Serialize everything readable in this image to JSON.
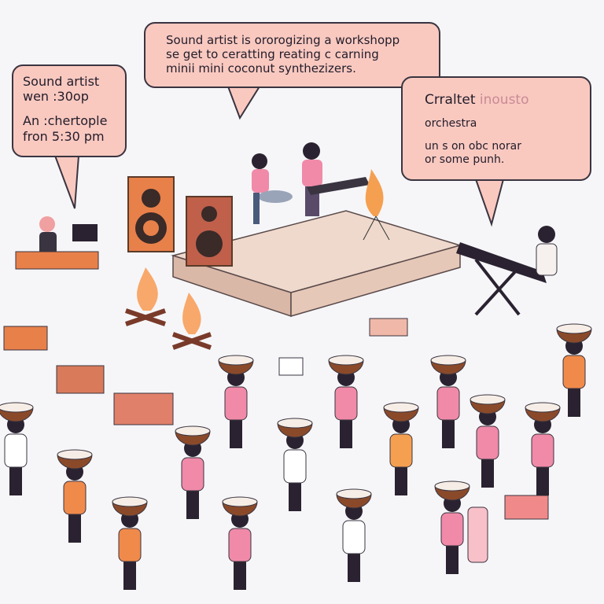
{
  "bubbles": {
    "left": {
      "line1": "Sound  artist",
      "line2": "wen  :30op",
      "line3": "An :chertople",
      "line4": "fron 5:30 pm"
    },
    "center": {
      "line1": "Sound artist is ororogizing a workshopp",
      "line2": "se get to ceratting reating c carning",
      "line3": "minii mini coconut synthezizers."
    },
    "right": {
      "title_dark": "Crraltet",
      "title_faded": "inousto",
      "line2": "orchestra",
      "line3": "un s on obc norar",
      "line4": "or some punh."
    }
  },
  "colors": {
    "bubble": "#f9c9c0",
    "skin": "#f0a0a0",
    "orange": "#f08a4b",
    "coconut": "#8a4a2a",
    "stage": "#efd9cc"
  }
}
